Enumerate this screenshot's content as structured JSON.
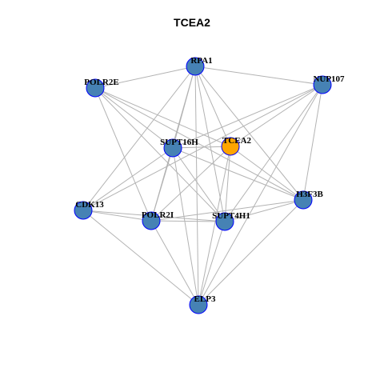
{
  "title": "TCEA2",
  "colors": {
    "default_node": "#4682b4",
    "highlight_node": "#ffa500",
    "node_border": "#0000ff",
    "edge": "#b3b3b3"
  },
  "nodes": [
    {
      "id": "RPA1",
      "label": "RPA1"
    },
    {
      "id": "POLR2E",
      "label": "POLR2E"
    },
    {
      "id": "NUP107",
      "label": "NUP107"
    },
    {
      "id": "SUPT16H",
      "label": "SUPT16H"
    },
    {
      "id": "TCEA2",
      "label": "TCEA2",
      "highlight": true
    },
    {
      "id": "H3F3B",
      "label": "H3F3B"
    },
    {
      "id": "CDK13",
      "label": "CDK13"
    },
    {
      "id": "POLR2I",
      "label": "POLR2I"
    },
    {
      "id": "SUPT4H1",
      "label": "SUPT4H1"
    },
    {
      "id": "ELP3",
      "label": "ELP3"
    }
  ],
  "edges": [
    [
      "RPA1",
      "POLR2E"
    ],
    [
      "RPA1",
      "NUP107"
    ],
    [
      "RPA1",
      "SUPT16H"
    ],
    [
      "RPA1",
      "TCEA2"
    ],
    [
      "RPA1",
      "H3F3B"
    ],
    [
      "RPA1",
      "CDK13"
    ],
    [
      "RPA1",
      "POLR2I"
    ],
    [
      "RPA1",
      "SUPT4H1"
    ],
    [
      "RPA1",
      "ELP3"
    ],
    [
      "POLR2E",
      "TCEA2"
    ],
    [
      "POLR2E",
      "H3F3B"
    ],
    [
      "POLR2E",
      "POLR2I"
    ],
    [
      "POLR2E",
      "SUPT4H1"
    ],
    [
      "POLR2E",
      "SUPT16H"
    ],
    [
      "NUP107",
      "SUPT16H"
    ],
    [
      "NUP107",
      "TCEA2"
    ],
    [
      "NUP107",
      "H3F3B"
    ],
    [
      "NUP107",
      "CDK13"
    ],
    [
      "NUP107",
      "SUPT4H1"
    ],
    [
      "NUP107",
      "ELP3"
    ],
    [
      "SUPT16H",
      "TCEA2"
    ],
    [
      "SUPT16H",
      "H3F3B"
    ],
    [
      "SUPT16H",
      "CDK13"
    ],
    [
      "SUPT16H",
      "POLR2I"
    ],
    [
      "SUPT16H",
      "SUPT4H1"
    ],
    [
      "SUPT16H",
      "ELP3"
    ],
    [
      "TCEA2",
      "H3F3B"
    ],
    [
      "TCEA2",
      "POLR2I"
    ],
    [
      "TCEA2",
      "SUPT4H1"
    ],
    [
      "TCEA2",
      "ELP3"
    ],
    [
      "H3F3B",
      "POLR2I"
    ],
    [
      "H3F3B",
      "SUPT4H1"
    ],
    [
      "H3F3B",
      "ELP3"
    ],
    [
      "CDK13",
      "POLR2I"
    ],
    [
      "CDK13",
      "SUPT4H1"
    ],
    [
      "CDK13",
      "ELP3"
    ],
    [
      "POLR2I",
      "SUPT4H1"
    ],
    [
      "POLR2I",
      "ELP3"
    ],
    [
      "SUPT4H1",
      "ELP3"
    ]
  ]
}
